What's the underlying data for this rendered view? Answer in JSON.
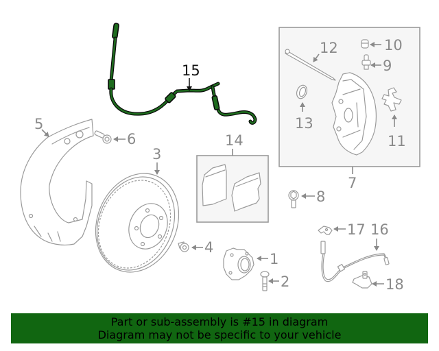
{
  "diagram": {
    "highlight_color": "#1e6b1e",
    "callout_color": "#8a8a8a",
    "highlighted_part": "15",
    "callouts": [
      {
        "id": "1",
        "label": "1"
      },
      {
        "id": "2",
        "label": "2"
      },
      {
        "id": "3",
        "label": "3"
      },
      {
        "id": "4",
        "label": "4"
      },
      {
        "id": "5",
        "label": "5"
      },
      {
        "id": "6",
        "label": "6"
      },
      {
        "id": "7",
        "label": "7"
      },
      {
        "id": "8",
        "label": "8"
      },
      {
        "id": "9",
        "label": "9"
      },
      {
        "id": "10",
        "label": "10"
      },
      {
        "id": "11",
        "label": "11"
      },
      {
        "id": "12",
        "label": "12"
      },
      {
        "id": "13",
        "label": "13"
      },
      {
        "id": "14",
        "label": "14"
      },
      {
        "id": "15",
        "label": "15"
      },
      {
        "id": "16",
        "label": "16"
      },
      {
        "id": "17",
        "label": "17"
      },
      {
        "id": "18",
        "label": "18"
      }
    ]
  },
  "banner": {
    "line1": "Part or sub-assembly is #15 in diagram",
    "line2": "Diagram may not be specific to your vehicle",
    "background": "#116611"
  }
}
